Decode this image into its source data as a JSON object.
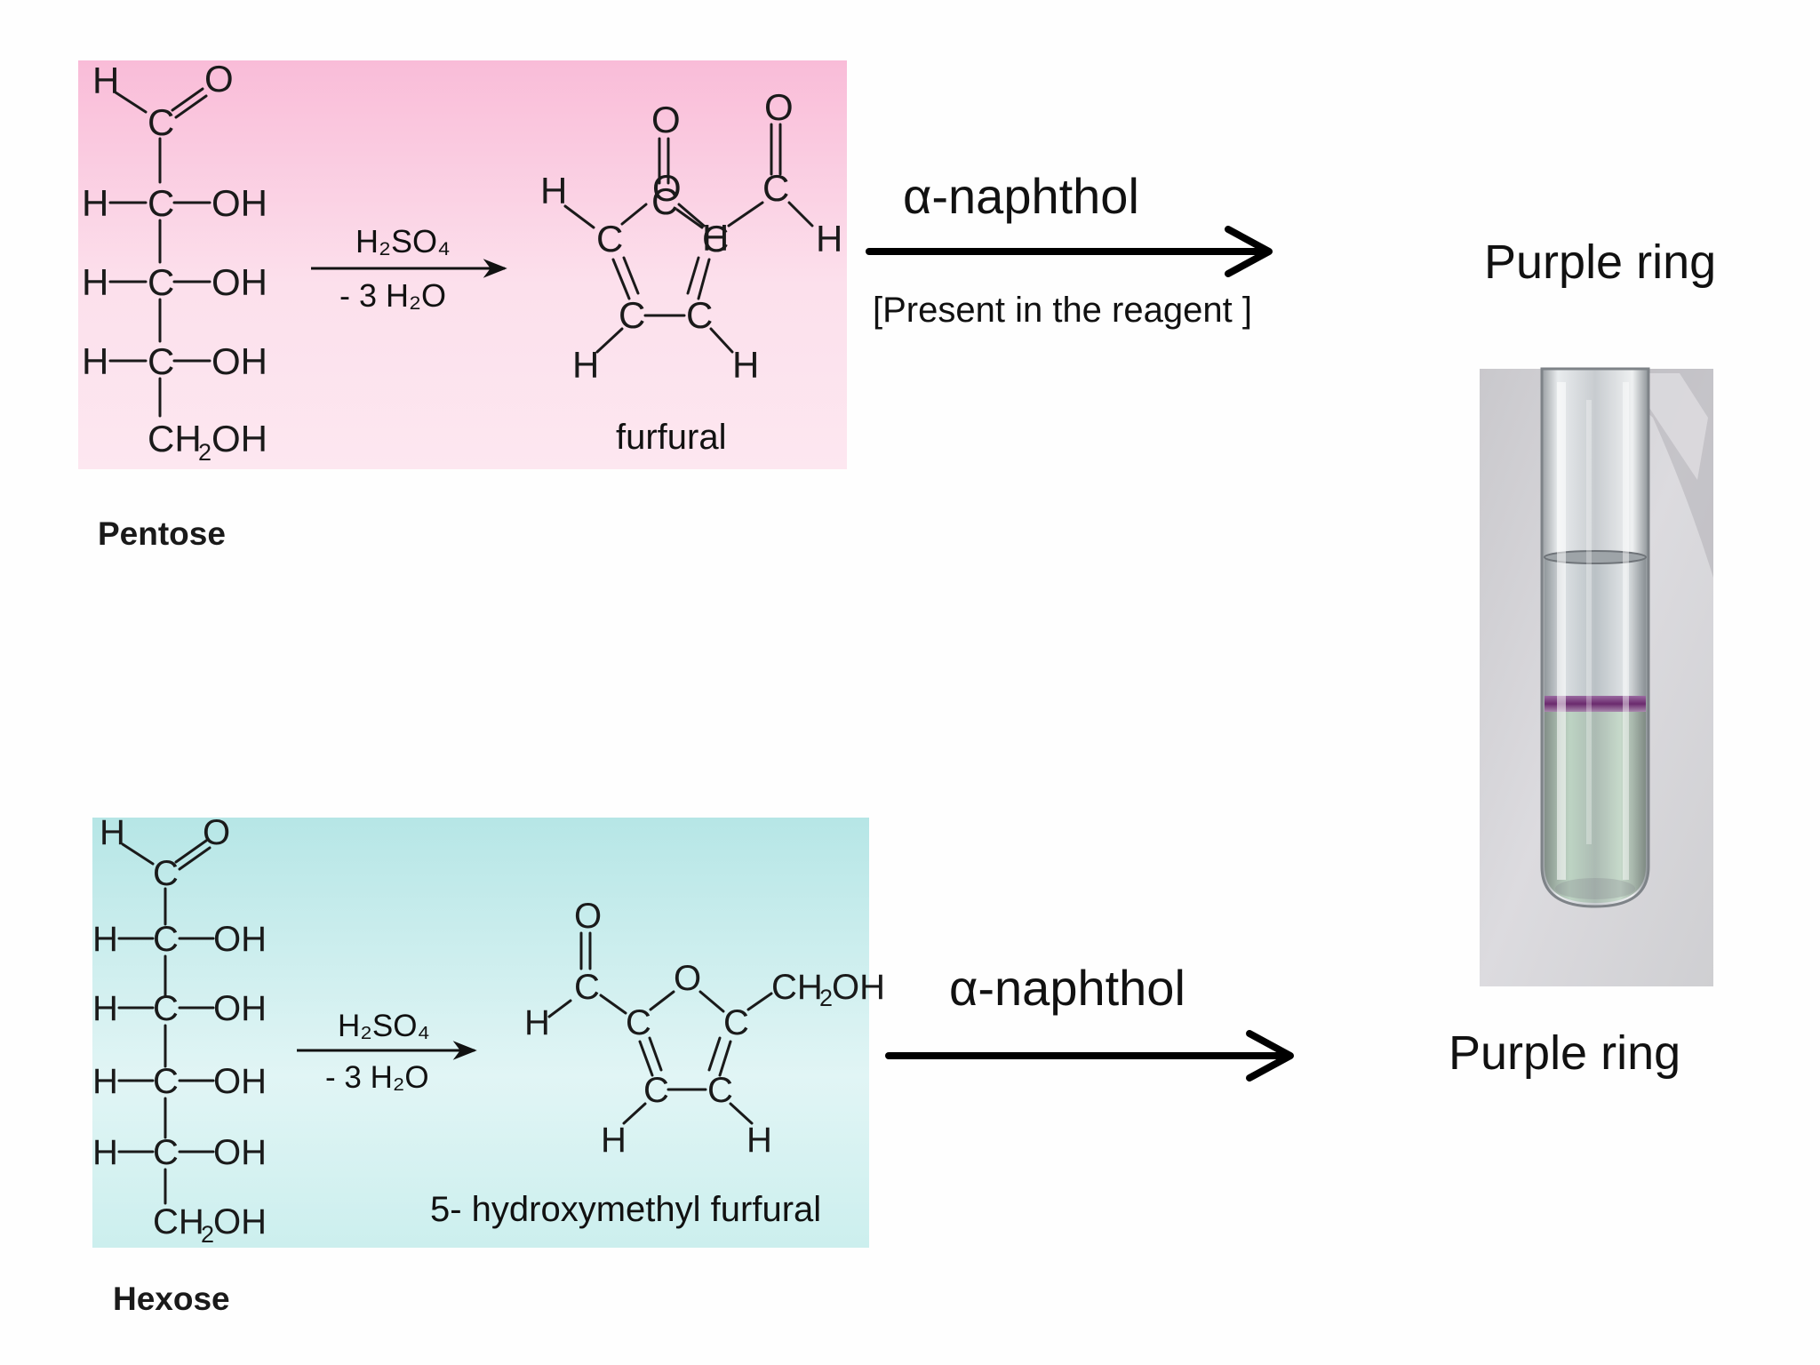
{
  "pentose": {
    "sugar_label": "Pentose",
    "reagent_top": "H₂SO₄",
    "reagent_bottom": "- 3 H₂O",
    "product_label": "furfural",
    "naphthol_label": "α-naphthol",
    "reagent_note": "[Present in the reagent ]",
    "result_label": "Purple ring",
    "panel_color": "#fbd0e3"
  },
  "hexose": {
    "sugar_label": "Hexose",
    "reagent_top": "H₂SO₄",
    "reagent_bottom": "- 3 H₂O",
    "product_label": "5- hydroxymethyl furfural",
    "naphthol_label": "α-naphthol",
    "result_label": "Purple ring",
    "panel_color": "#c6ecec"
  },
  "test_tube": {
    "ring_color": "#6b2a6e"
  }
}
